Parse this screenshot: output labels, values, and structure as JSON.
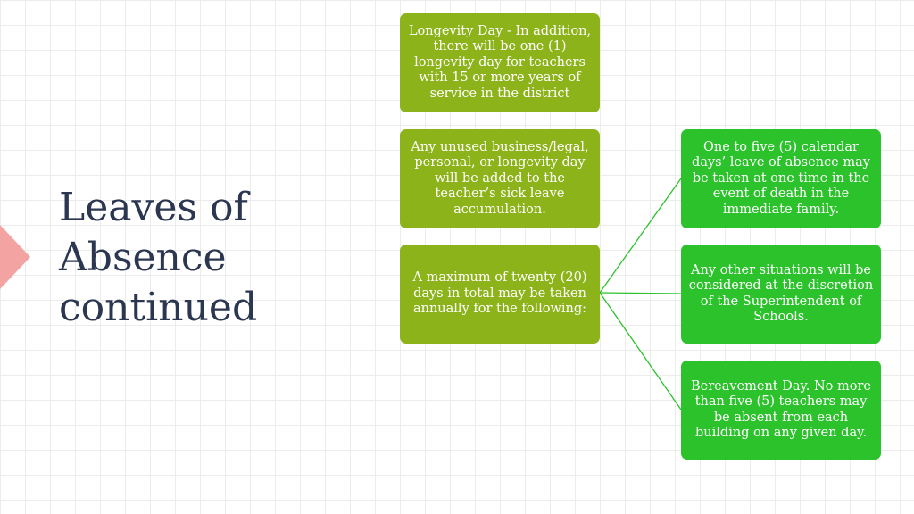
{
  "slide": {
    "title": "Leaves of\nAbsence\ncontinued"
  },
  "colors": {
    "accent_arrow": "#f4a3a3",
    "title_text": "#2b3650",
    "box_olive": "#8cb31a",
    "box_green": "#2bc22b",
    "connector": "#2bc22b"
  },
  "diagram": {
    "left_boxes": [
      "Longevity Day - In addition, there will be one (1) longevity day for teachers with 15 or more years of service in the district",
      "Any unused business/legal, personal, or longevity day will be added to the teacher’s sick leave accumulation.",
      "A maximum of twenty (20) days in total may be taken annually for the following:"
    ],
    "right_boxes": [
      "One to five (5) calendar days’ leave of absence may be taken at one time in the event of death in the immediate family.",
      "Any other situations will be considered at the discretion of the Superintendent of Schools.",
      "Bereavement Day.  No more than five (5) teachers may be absent from each building on any given day."
    ]
  }
}
